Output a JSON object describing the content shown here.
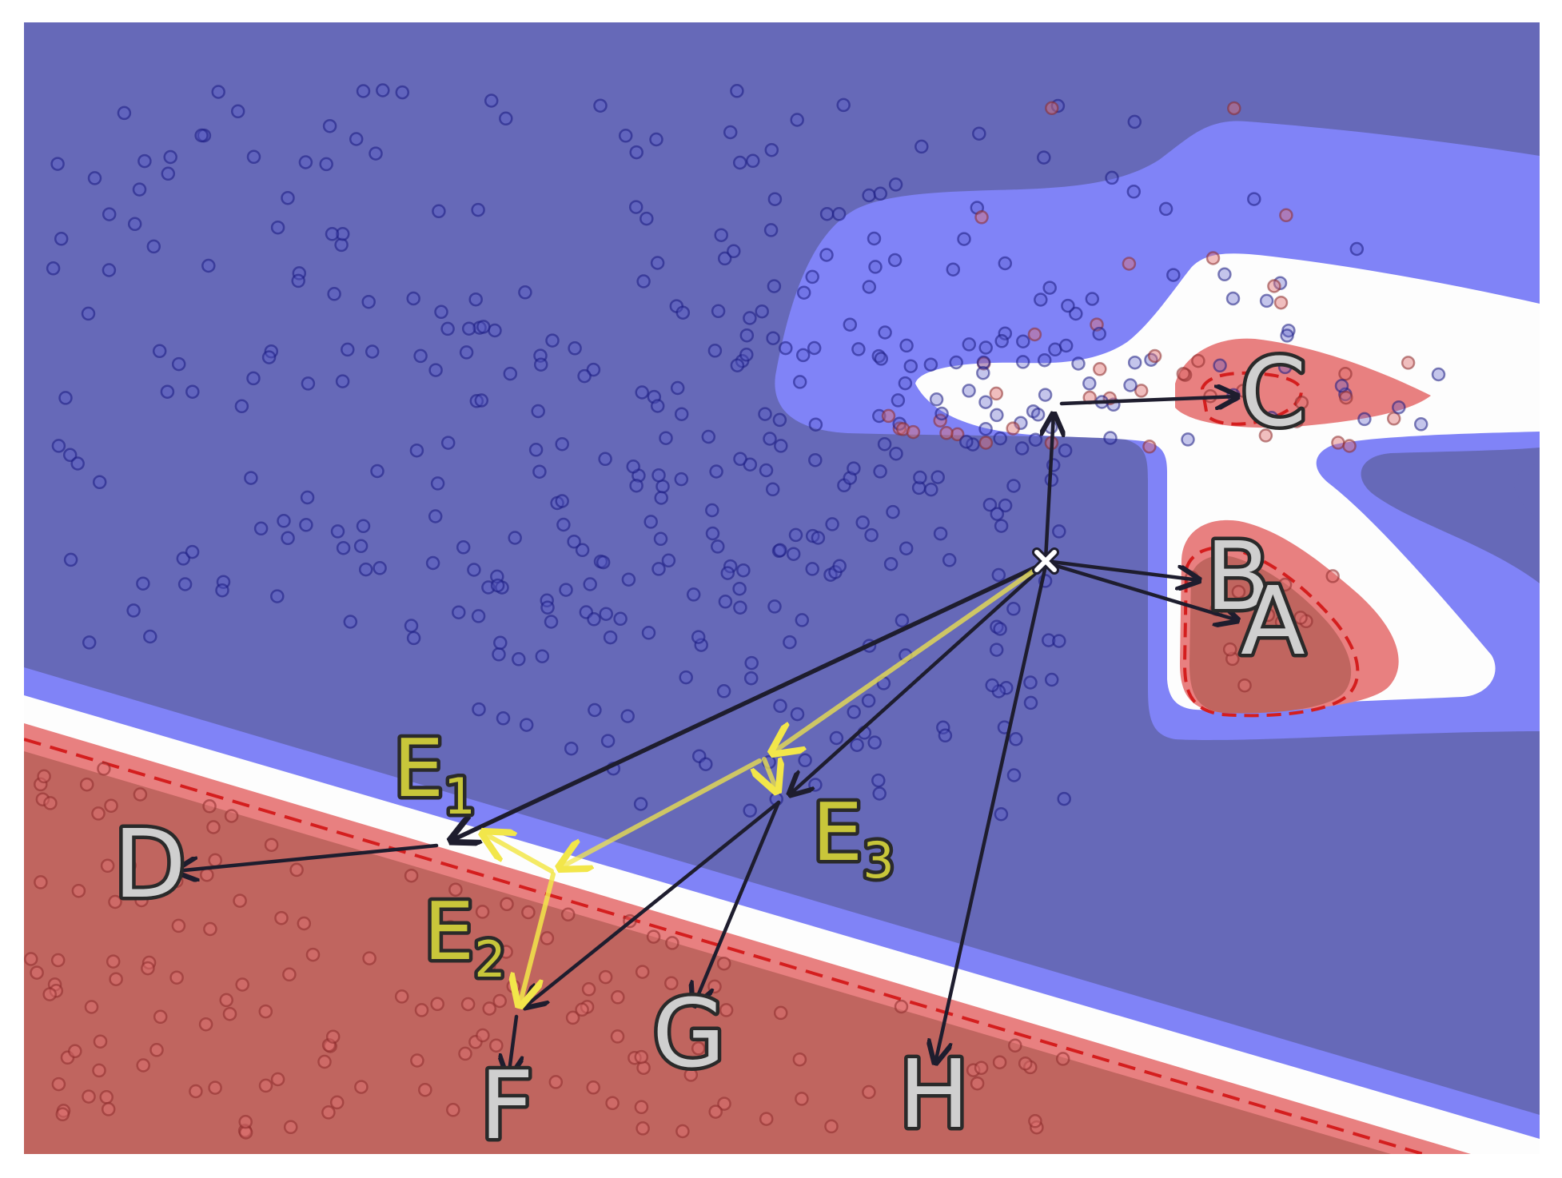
{
  "diagram": {
    "colors": {
      "blue_dark": "#6669b8",
      "blue_light": "#8083f7",
      "white_region": "#fdfdfd",
      "red_light": "#e88080",
      "red_dark": "#c0655f",
      "boundary_dashed": "#d41e1e",
      "arrow_dark": "#1e1d2e",
      "arrow_yellow": "#f2e64a",
      "origin_marker": "#ffffff"
    },
    "origin_marker": "x-marker",
    "labels": {
      "A": "A",
      "B": "B",
      "C": "C",
      "D": "D",
      "E1_main": "E",
      "E1_sub": "1",
      "E2_main": "E",
      "E2_sub": "2",
      "E3_main": "E",
      "E3_sub": "3",
      "F": "F",
      "G": "G",
      "H": "H"
    },
    "point_classes": [
      "blue",
      "red"
    ]
  }
}
